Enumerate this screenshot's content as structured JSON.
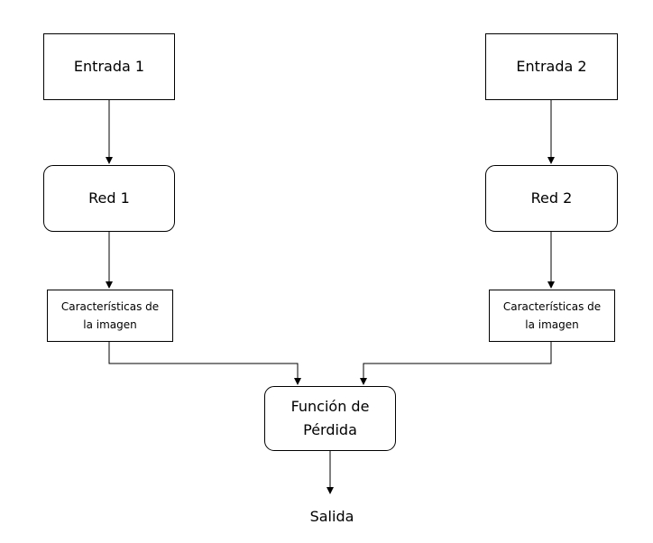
{
  "nodes": {
    "input1": "Entrada 1",
    "input2": "Entrada 2",
    "net1": "Red 1",
    "net2": "Red 2",
    "features1": "Características de\nla imagen",
    "features2": "Características de\nla imagen",
    "loss": "Función de\nPérdida",
    "output": "Salida"
  },
  "colors": {
    "stroke": "#000000",
    "background": "#ffffff"
  }
}
